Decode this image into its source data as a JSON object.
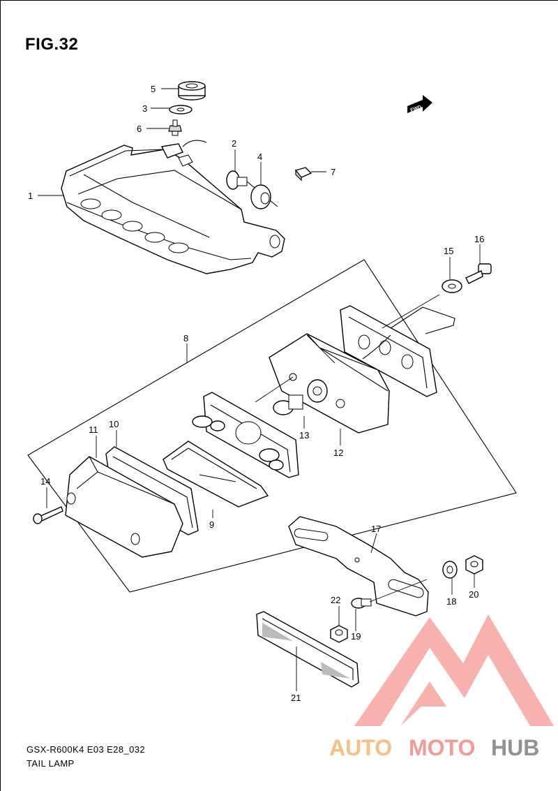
{
  "figure": {
    "title": "FIG.32",
    "model_code": "GSX-R600K4 E03 E28_032",
    "part_name": "TAIL LAMP"
  },
  "fwd_label": "FWD",
  "callouts": [
    "1",
    "2",
    "3",
    "4",
    "5",
    "6",
    "7",
    "8",
    "9",
    "10",
    "11",
    "12",
    "13",
    "14",
    "15",
    "16",
    "17",
    "18",
    "19",
    "20",
    "21",
    "22"
  ],
  "watermark": {
    "part1": "AUTO",
    "part2": "MOTO",
    "part3": "HUB",
    "colors": {
      "auto": "#f6b46e",
      "moto": "#ef8a86",
      "hub": "#7f7f7f",
      "triangle": "#f6a4a0"
    }
  }
}
